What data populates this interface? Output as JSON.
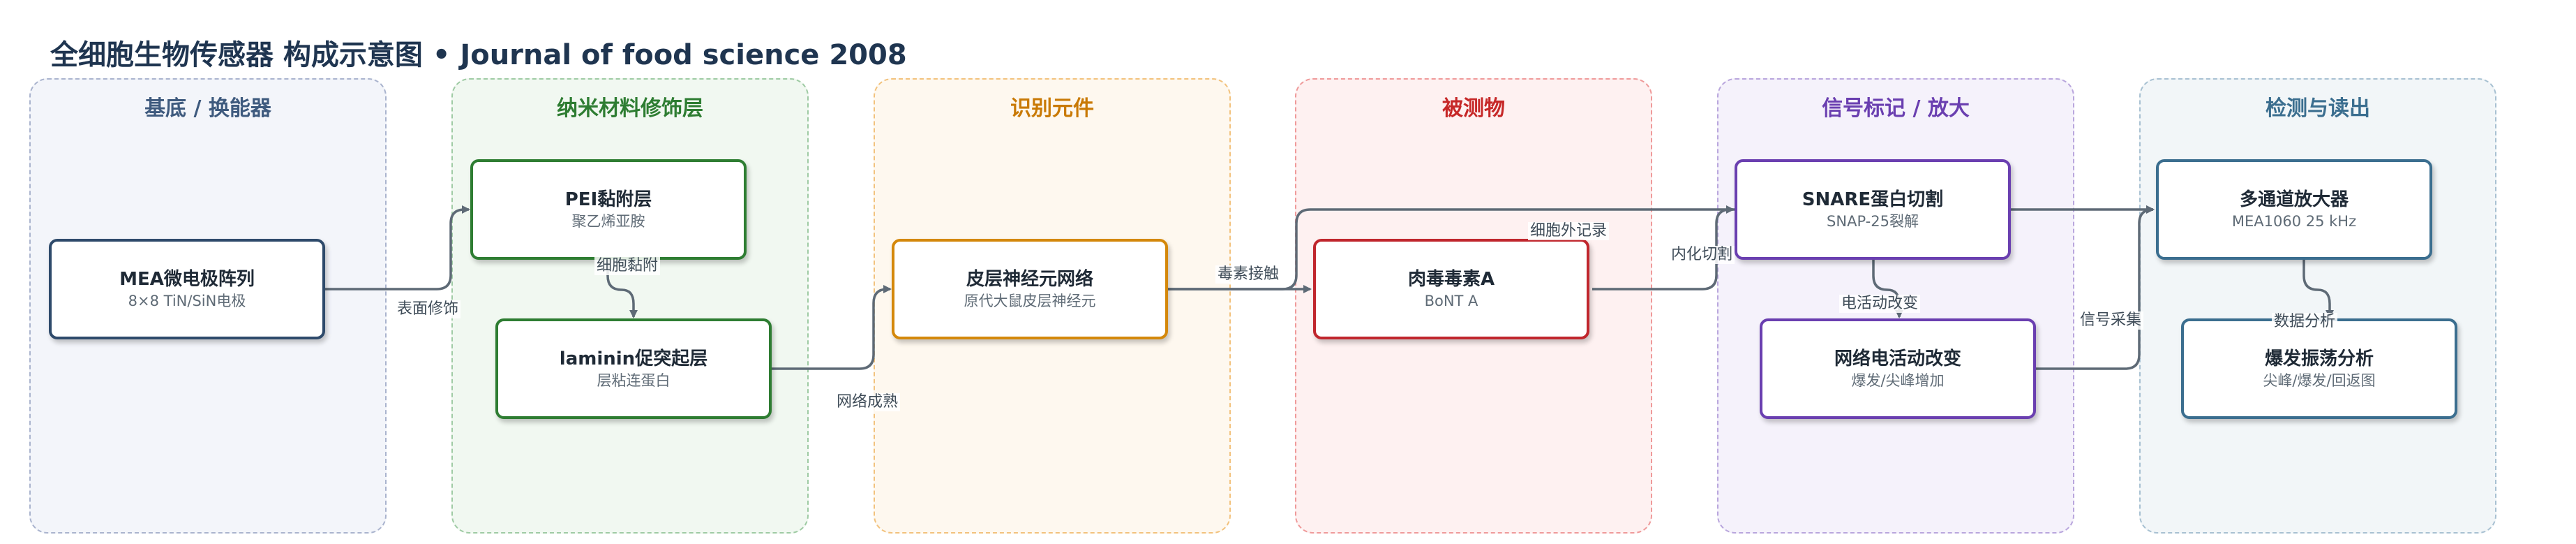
{
  "title": "全细胞生物传感器 构成示意图 • Journal of food science 2008",
  "lanes": [
    {
      "title": "基底 / 换能器",
      "border": "#aab4ce",
      "fill": "#f3f5fa",
      "text": "#3e5a7e"
    },
    {
      "title": "纳米材料修饰层",
      "border": "#9fcba4",
      "fill": "#f1f8f1",
      "text": "#2e7d32"
    },
    {
      "title": "识别元件",
      "border": "#f2c27d",
      "fill": "#fef8ef",
      "text": "#c97a06"
    },
    {
      "title": "被测物",
      "border": "#ef9a9a",
      "fill": "#fef1f1",
      "text": "#c62828"
    },
    {
      "title": "信号标记 / 放大",
      "border": "#b9a6dd",
      "fill": "#f5f2fb",
      "text": "#6a3fb0"
    },
    {
      "title": "检测与读出",
      "border": "#a8c1d2",
      "fill": "#f2f6f8",
      "text": "#3b6e8f"
    }
  ],
  "nodes": {
    "mea": {
      "title": "MEA微电极阵列",
      "sub": "8×8 TiN/SiN电极",
      "color": "#2e4a6b"
    },
    "pei": {
      "title": "PEI黏附层",
      "sub": "聚乙烯亚胺",
      "color": "#2e7d32"
    },
    "laminin": {
      "title": "laminin促突起层",
      "sub": "层粘连蛋白",
      "color": "#2e7d32"
    },
    "neuron": {
      "title": "皮层神经元网络",
      "sub": "原代大鼠皮层神经元",
      "color": "#d4880b"
    },
    "toxin": {
      "title": "肉毒毒素A",
      "sub": "BoNT A",
      "color": "#c0262d"
    },
    "snare": {
      "title": "SNARE蛋白切割",
      "sub": "SNAP-25裂解",
      "color": "#6a3fb0"
    },
    "activity": {
      "title": "网络电活动改变",
      "sub": "爆发/尖峰增加",
      "color": "#6a3fb0"
    },
    "amp": {
      "title": "多通道放大器",
      "sub": "MEA1060 25 kHz",
      "color": "#3b6e8f"
    },
    "burst": {
      "title": "爆发振荡分析",
      "sub": "尖峰/爆发/回返图",
      "color": "#3b6e8f"
    }
  },
  "edge_labels": {
    "surface_mod": "表面修饰",
    "adhesion": "细胞黏附",
    "network_mature": "网络成熟",
    "toxin_contact": "毒素接触",
    "extracell_record": "细胞外记录",
    "internalize": "内化切割",
    "activity_change": "电活动改变",
    "signal_collect": "信号采集",
    "data_analysis": "数据分析"
  },
  "edge_color": "#5e6a76"
}
